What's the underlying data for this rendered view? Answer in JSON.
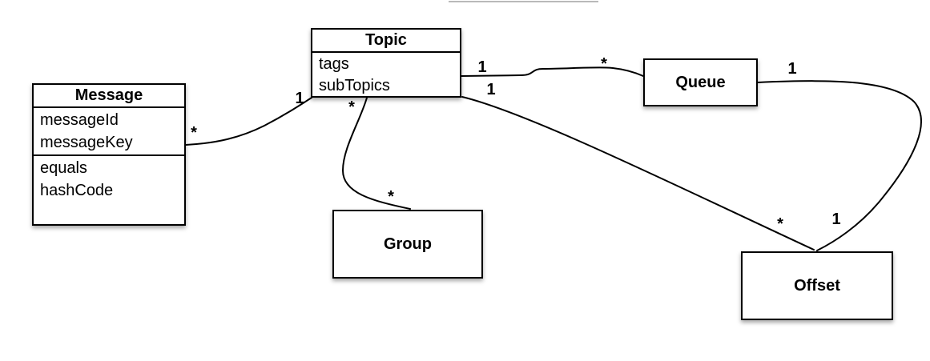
{
  "classes": [
    {
      "name": "Message",
      "attributes": [
        "messageId",
        "messageKey"
      ],
      "methods": [
        "equals",
        "hashCode"
      ]
    },
    {
      "name": "Topic",
      "attributes": [
        "tags",
        "subTopics"
      ],
      "methods": []
    },
    {
      "name": "Queue",
      "attributes": [],
      "methods": []
    },
    {
      "name": "Group",
      "attributes": [],
      "methods": []
    },
    {
      "name": "Offset",
      "attributes": [],
      "methods": []
    }
  ],
  "relations": [
    {
      "from": "Message",
      "to": "Topic",
      "from_multiplicity": "*",
      "to_multiplicity": "1"
    },
    {
      "from": "Topic",
      "to": "Queue",
      "from_multiplicity": "1",
      "to_multiplicity": "*"
    },
    {
      "from": "Topic",
      "to": "Group",
      "from_multiplicity": "*",
      "to_multiplicity": "*"
    },
    {
      "from": "Topic",
      "to": "Offset",
      "from_multiplicity": "1",
      "to_multiplicity": "*"
    },
    {
      "from": "Queue",
      "to": "Offset",
      "from_multiplicity": "1",
      "to_multiplicity": "1"
    }
  ],
  "colors": {
    "line": "#000000",
    "box_border": "#000000",
    "box_fill": "#ffffff",
    "background": "#ffffff",
    "cropped_edge": "#b9b9b9"
  }
}
